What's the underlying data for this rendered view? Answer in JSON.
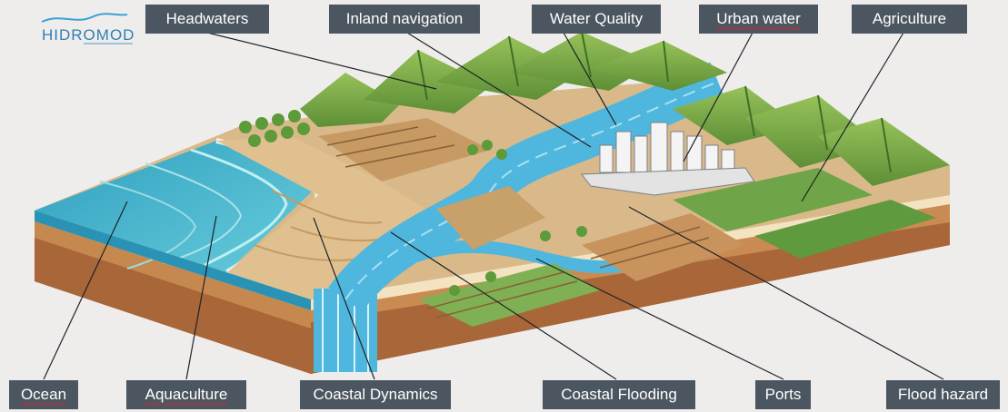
{
  "logo": {
    "text": "HIDROMOD"
  },
  "labels": {
    "headwaters": "Headwaters",
    "inland_navigation": "Inland navigation",
    "water_quality": "Water Quality",
    "urban_water": "Urban water",
    "agriculture": "Agriculture",
    "ocean": "Ocean",
    "aquaculture": "Aquaculture",
    "coastal_dynamics": "Coastal Dynamics",
    "coastal_flooding": "Coastal Flooding",
    "ports": "Ports",
    "flood_hazard": "Flood hazard"
  },
  "colors": {
    "label_bg": "#4b5661",
    "label_text": "#ffffff",
    "ocean": "#3fb0c9",
    "river": "#4fb6dd",
    "sand": "#d9b98a",
    "hills": "#7fae4a",
    "soil": "#b9774a"
  }
}
